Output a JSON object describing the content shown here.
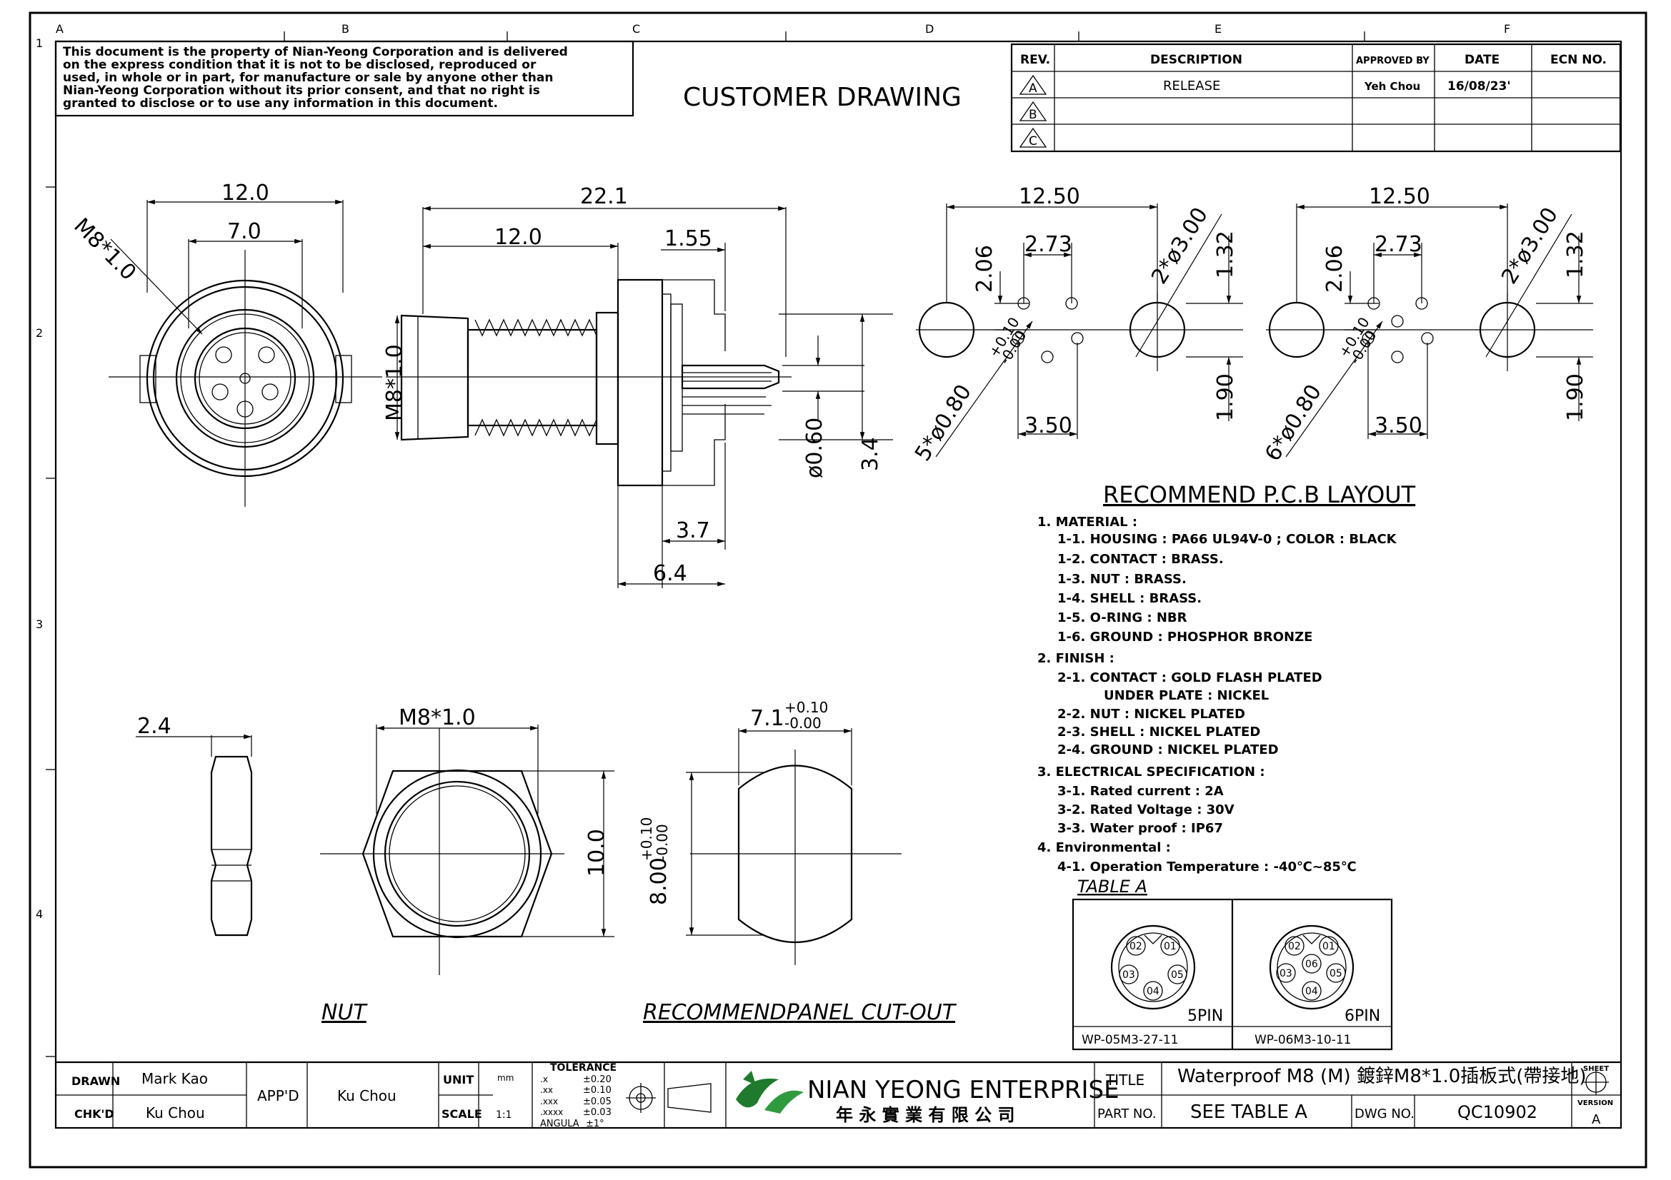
{
  "grid": {
    "columns": [
      "A",
      "B",
      "C",
      "D",
      "E",
      "F"
    ],
    "rows": [
      "1",
      "2",
      "3",
      "4"
    ]
  },
  "notice": [
    "This document is the property of Nian-Yeong Corporation and is delivered",
    "on  the  express condition that it is not to be disclosed, reproduced or",
    "used, in whole or in part, for manufacture or sale by anyone other than",
    "Nian-Yeong Corporation without  its prior consent, and that  no right  is",
    "granted to disclose or to use any information in this  document."
  ],
  "header_title": "CUSTOMER  DRAWING",
  "revision_table": {
    "headers": [
      "REV.",
      "DESCRIPTION",
      "APPROVED BY",
      "DATE",
      "ECN NO."
    ],
    "rows": [
      {
        "rev": "A",
        "description": "RELEASE",
        "approved": "Yeh Chou",
        "date": "16/08/23'",
        "ecn": ""
      },
      {
        "rev": "B",
        "description": "",
        "approved": "",
        "date": "",
        "ecn": ""
      },
      {
        "rev": "C",
        "description": "",
        "approved": "",
        "date": "",
        "ecn": ""
      }
    ]
  },
  "front_view": {
    "thread": "M8*1.0",
    "dim_outer": "12.0",
    "dim_inner": "7.0"
  },
  "side_view": {
    "dim_length": "22.1",
    "dim_body": "12.0",
    "dim_flange": "1.55",
    "thread": "M8*1.0",
    "dim_pin": "ø0.60",
    "dim_height": "3.4",
    "dim_tail": "3.7",
    "dim_tail_total": "6.4"
  },
  "pcb_5pin": {
    "width": "12.50",
    "pitch": "2.73",
    "row": "2.06",
    "holes": "2*ø3.00",
    "offset": "1.32",
    "pin_holes": "5*ø0.80",
    "tol_plus": "+0.10",
    "tol_minus": "-0.00",
    "spacing": "3.50",
    "offset2": "1.90"
  },
  "pcb_6pin": {
    "width": "12.50",
    "pitch": "2.73",
    "row": "2.06",
    "holes": "2*ø3.00",
    "offset": "1.32",
    "pin_holes": "6*ø0.80",
    "tol_plus": "+0.10",
    "tol_minus": "-0.00",
    "spacing": "3.50",
    "offset2": "1.90"
  },
  "pcb_title": "RECOMMEND  P.C.B  LAYOUT",
  "spec_lines": [
    "1.  MATERIAL  :",
    "1-1.  HOUSING  :  PA66  UL94V-0  ;  COLOR  :  BLACK",
    "1-2.  CONTACT  :  BRASS.",
    "1-3.  NUT  :  BRASS.",
    "1-4.  SHELL  :  BRASS.",
    "1-5.  O-RING  :  NBR",
    "1-6.  GROUND  :  PHOSPHOR  BRONZE",
    "2.  FINISH  :",
    "2-1.  CONTACT  :  GOLD  FLASH  PLATED",
    "UNDER  PLATE  :  NICKEL",
    "2-2.  NUT  :  NICKEL  PLATED",
    "2-3.  SHELL  :  NICKEL  PLATED",
    "2-4.  GROUND  :  NICKEL  PLATED",
    "3.  ELECTRICAL  SPECIFICATION  :",
    "3-1.  Rated  current  :  2A",
    "3-2.  Rated  Voltage  :  30V",
    "3-3.  Water  proof  :  IP67",
    "4.  Environmental  :",
    "4-1.  Operation  Temperature  :  -40℃~85℃"
  ],
  "table_a": {
    "title": "TABLE A",
    "left": {
      "label": "5PIN",
      "part": "WP-05M3-27-11",
      "pins": [
        "01",
        "02",
        "03",
        "04",
        "05"
      ]
    },
    "right": {
      "label": "6PIN",
      "part": "WP-06M3-10-11",
      "pins": [
        "01",
        "02",
        "03",
        "04",
        "05",
        "06"
      ]
    }
  },
  "nut_view": {
    "title": "NUT",
    "thickness": "2.4",
    "thread": "M8*1.0",
    "height": "10.0"
  },
  "cutout": {
    "title": "RECOMMENDPANEL CUT-OUT",
    "width": "7.1",
    "width_tol_plus": "+0.10",
    "width_tol_minus": "-0.00",
    "height": "8.00",
    "height_tol_plus": "+0.10",
    "height_tol_minus": "-0.00"
  },
  "title_block": {
    "drawn_label": "DRAWN",
    "drawn": "Mark Kao",
    "chkd_label": "CHK'D",
    "chkd": "Ku Chou",
    "appd_label": "APP'D",
    "appd": "Ku Chou",
    "unit_label": "UNIT",
    "unit": "mm",
    "scale_label": "SCALE",
    "scale": "1:1",
    "tolerance_label": "TOLERANCE",
    "tolerances": [
      {
        "k": ".x",
        "v": "±0.20"
      },
      {
        "k": ".xx",
        "v": "±0.10"
      },
      {
        "k": ".xxx",
        "v": "±0.05"
      },
      {
        "k": ".xxxx",
        "v": "±0.03"
      },
      {
        "k": "ANGULA",
        "v": "±1°"
      }
    ],
    "company": "NIAN YEONG ENTERPRISE",
    "company_cn": "年 永 實 業 有 限 公 司",
    "title_label": "TITLE",
    "title": "Waterproof  M8  (M)  鍍鋅M8*1.0插板式(帶接地)",
    "part_label": "PART NO.",
    "part": "SEE  TABLE  A",
    "dwg_label": "DWG NO.",
    "dwg": "QC10902",
    "sheet_label": "SHEET",
    "version_label": "VERSION",
    "version": "A"
  }
}
